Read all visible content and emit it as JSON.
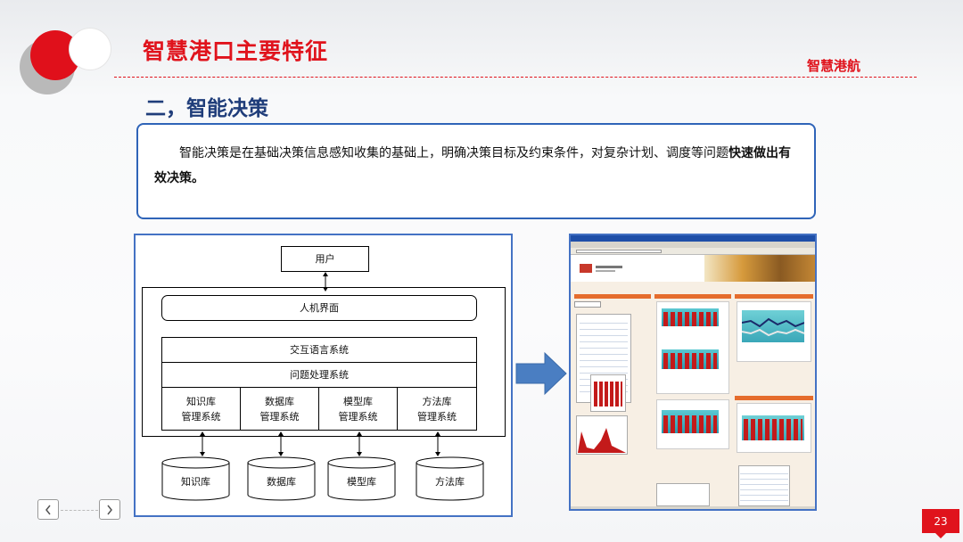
{
  "header": {
    "title": "智慧港口主要特征",
    "brand": "智慧港航"
  },
  "section": {
    "heading": "二，智能决策"
  },
  "description": {
    "text_normal": "智能决策是在基础决策信息感知收集的基础上，明确决策目标及约束条件，对复杂计划、调度等问题",
    "text_bold": "快速做出有效决策。"
  },
  "diagram": {
    "user": "用户",
    "hci": "人机界面",
    "interaction": "交互语言系统",
    "problem": "问题处理系统",
    "modules": [
      {
        "line1": "知识库",
        "line2": "管理系统"
      },
      {
        "line1": "数据库",
        "line2": "管理系统"
      },
      {
        "line1": "模型库",
        "line2": "管理系统"
      },
      {
        "line1": "方法库",
        "line2": "管理系统"
      }
    ],
    "stores": [
      "知识库",
      "数据库",
      "模型库",
      "方法库"
    ]
  },
  "footer": {
    "page_number": "23"
  },
  "colors": {
    "accent_red": "#e0131c",
    "heading_blue": "#1f3d7a",
    "frame_blue": "#4472c4",
    "arrow_blue": "#4a7ec2"
  }
}
